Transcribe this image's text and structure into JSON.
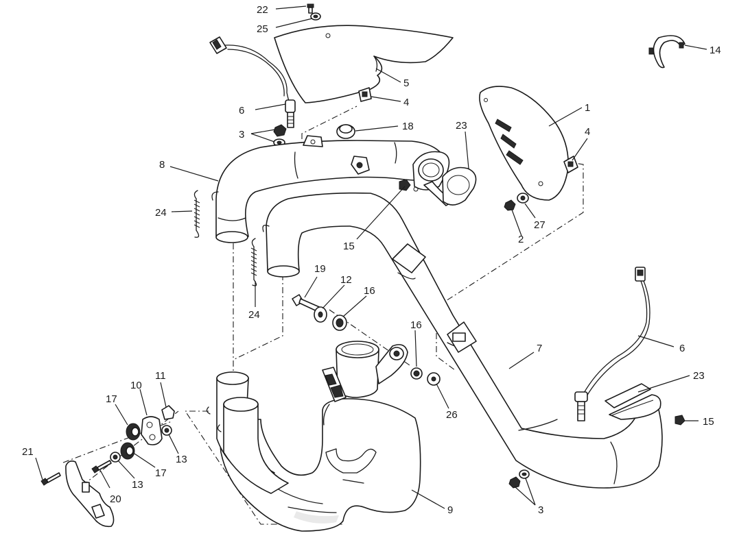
{
  "diagram": {
    "callouts": [
      "22",
      "25",
      "5",
      "4",
      "6",
      "3",
      "18",
      "23",
      "1",
      "4",
      "14",
      "8",
      "24",
      "15",
      "2",
      "27",
      "24",
      "19",
      "12",
      "16",
      "16",
      "7",
      "6",
      "23",
      "15",
      "17",
      "10",
      "11",
      "21",
      "13",
      "17",
      "20",
      "13",
      "26",
      "9",
      "3"
    ]
  }
}
